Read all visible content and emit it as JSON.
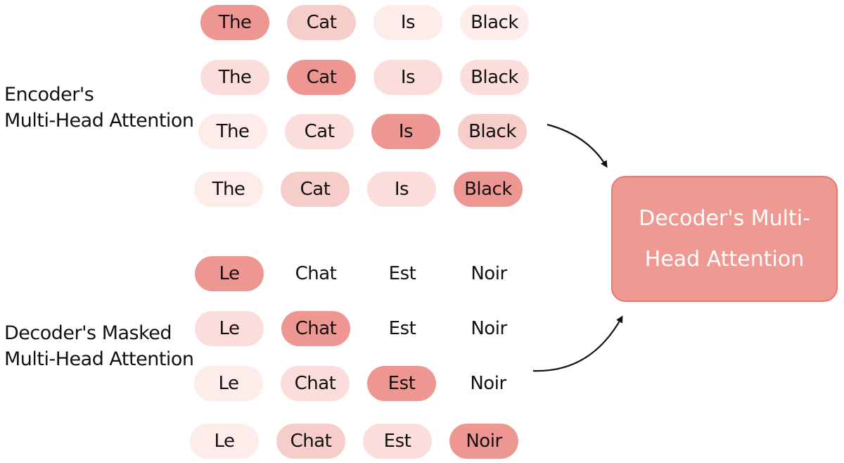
{
  "labels": {
    "encoder": [
      "Encoder's",
      "Multi-Head Attention"
    ],
    "decoder_masked": [
      "Decoder's Masked",
      "Multi-Head Attention"
    ],
    "decoder_box": "Decoder's Multi-Head Attention"
  },
  "shade_colors": {
    "strong": "#ee9792",
    "medium": "#f7cdca",
    "light": "#fbdedb",
    "faint": "#fdecea"
  },
  "encoder_rows": [
    [
      {
        "text": "The",
        "shade": "strong"
      },
      {
        "text": "Cat",
        "shade": "medium"
      },
      {
        "text": "Is",
        "shade": "faint"
      },
      {
        "text": "Black",
        "shade": "faint"
      }
    ],
    [
      {
        "text": "The",
        "shade": "light"
      },
      {
        "text": "Cat",
        "shade": "strong"
      },
      {
        "text": "Is",
        "shade": "light"
      },
      {
        "text": "Black",
        "shade": "light"
      }
    ],
    [
      {
        "text": "The",
        "shade": "faint"
      },
      {
        "text": "Cat",
        "shade": "light"
      },
      {
        "text": "Is",
        "shade": "strong"
      },
      {
        "text": "Black",
        "shade": "medium"
      }
    ],
    [
      {
        "text": "The",
        "shade": "faint"
      },
      {
        "text": "Cat",
        "shade": "medium"
      },
      {
        "text": "Is",
        "shade": "light"
      },
      {
        "text": "Black",
        "shade": "strong"
      }
    ]
  ],
  "decoder_rows": [
    [
      {
        "text": "Le",
        "shade": "strong"
      },
      {
        "text": "Chat",
        "shade": "none"
      },
      {
        "text": "Est",
        "shade": "none"
      },
      {
        "text": "Noir",
        "shade": "none"
      }
    ],
    [
      {
        "text": "Le",
        "shade": "light"
      },
      {
        "text": "Chat",
        "shade": "strong"
      },
      {
        "text": "Est",
        "shade": "none"
      },
      {
        "text": "Noir",
        "shade": "none"
      }
    ],
    [
      {
        "text": "Le",
        "shade": "faint"
      },
      {
        "text": "Chat",
        "shade": "light"
      },
      {
        "text": "Est",
        "shade": "strong"
      },
      {
        "text": "Noir",
        "shade": "none"
      }
    ],
    [
      {
        "text": "Le",
        "shade": "faint"
      },
      {
        "text": "Chat",
        "shade": "medium"
      },
      {
        "text": "Est",
        "shade": "light"
      },
      {
        "text": "Noir",
        "shade": "strong"
      }
    ]
  ]
}
